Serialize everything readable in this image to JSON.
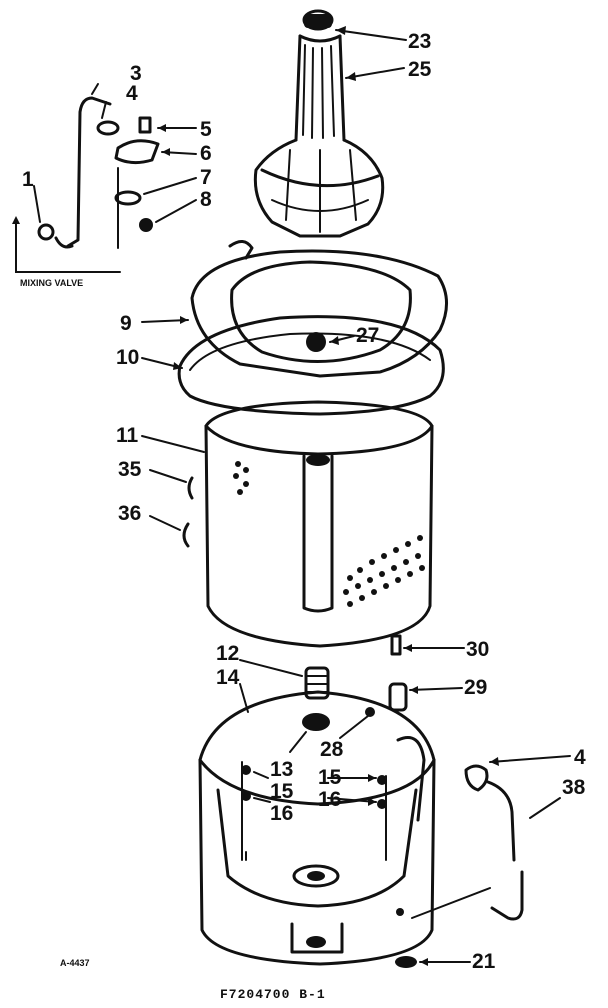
{
  "diagram": {
    "inset_label": "MIXING VALVE",
    "part_labels": {
      "p1": "1",
      "p3": "3",
      "p4a": "4",
      "p5": "5",
      "p6": "6",
      "p7": "7",
      "p8": "8",
      "p9": "9",
      "p10": "10",
      "p11": "11",
      "p35": "35",
      "p36": "36",
      "p23": "23",
      "p25": "25",
      "p27": "27",
      "p12": "12",
      "p14": "14",
      "p13": "13",
      "p15a": "15",
      "p16a": "16",
      "p15b": "15",
      "p16b": "16",
      "p28": "28",
      "p30": "30",
      "p29": "29",
      "p4b": "4",
      "p38": "38",
      "p21": "21"
    },
    "drawing_number": "A-4437",
    "catalog_number": "F7204700 B-1"
  }
}
